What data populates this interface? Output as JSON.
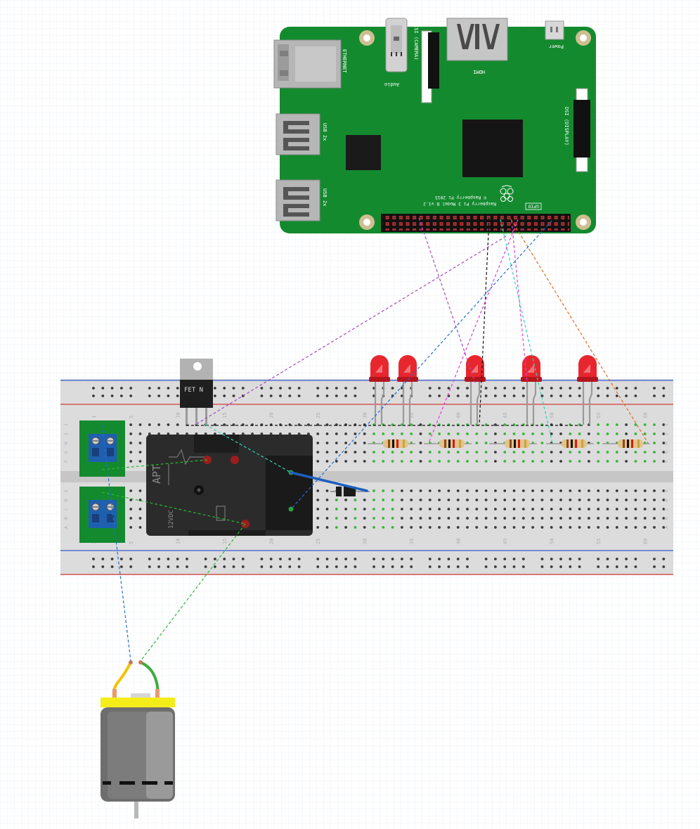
{
  "pi": {
    "labels": {
      "ethernet": "ETHERNET",
      "audio": "Audio",
      "camera": "CSI (CAMERA)",
      "hdmi": "HDMI",
      "power": "Power",
      "display": "DSI (DISPLAY)",
      "usb1": "USB 2x",
      "usb2": "USB 2x",
      "model": "Raspberry Pi 3 Model B v1.2",
      "copyright": "© Raspberry Pi 2015",
      "gpio": "GPIO"
    },
    "colors": {
      "board": "#148a2f",
      "pin": "#c43b3b",
      "hole": "#cdbf91"
    }
  },
  "breadboard": {
    "column_numbers": [
      "1",
      "5",
      "10",
      "15",
      "20",
      "25",
      "30",
      "35",
      "40",
      "45",
      "50",
      "55",
      "60"
    ],
    "row_letters_top": [
      "J",
      "I",
      "H",
      "G",
      "F"
    ],
    "row_letters_bottom": [
      "E",
      "D",
      "C",
      "B",
      "A"
    ],
    "colors": {
      "rail_blue": "#3b5bd1",
      "rail_red": "#d13b3b",
      "active_hole": "#3bb23b"
    }
  },
  "fet": {
    "label": "FET N"
  },
  "relay": {
    "brand": "APT",
    "voltage": "12VDC"
  },
  "leds": {
    "count": 5,
    "color": "#e8262e"
  },
  "resistors": {
    "count": 5
  },
  "wires": {
    "colors": {
      "purple": "#a24bc4",
      "black": "#111111",
      "magenta": "#e040d8",
      "teal": "#2ed3b4",
      "orange": "#e06a1a",
      "blue": "#1f6ed1",
      "green": "#28b82f"
    }
  },
  "motor": {
    "lead_left": "#f2c200",
    "lead_right": "#3cae3c",
    "cap": "#f5ed1a"
  }
}
